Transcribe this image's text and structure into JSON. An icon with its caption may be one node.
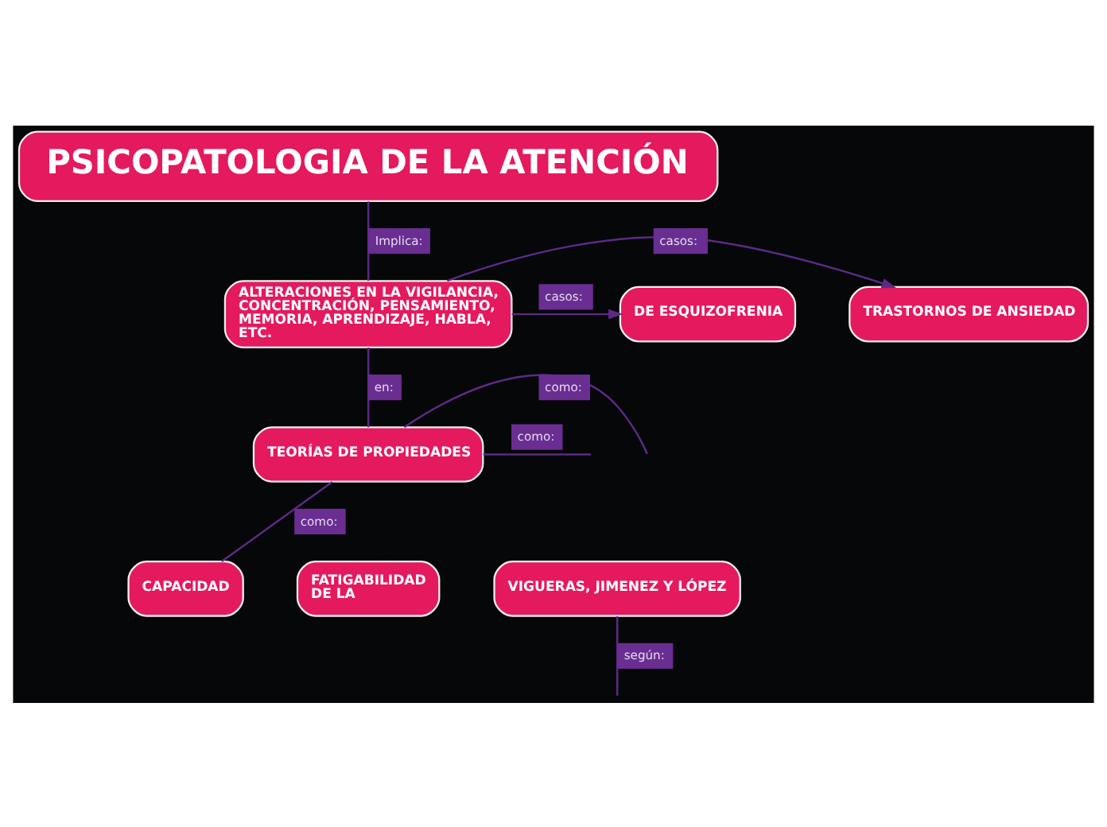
{
  "diagram": {
    "nodes": [
      {
        "text": [
          "PSICOPATOLOGIA DE LA ATENCIÓN"
        ]
      },
      {
        "text": [
          "ALTERACIONES EN LA VIGILANCIA, CONCENTRACIÓN, PENSAMIENTO, MEMORIA, APRENDIZAJE, HABLA, ETC."
        ]
      },
      {
        "text": [
          "TRASTORNOS DE ANSIEDAD"
        ]
      },
      {
        "text": [
          "DE ESQUIZOFRENIA"
        ]
      },
      {
        "text": [
          "TEORÍAS DE PROPIEDADES"
        ]
      },
      {
        "text": [
          "CAPACIDAD"
        ]
      },
      {
        "text": [
          "FATIGABILIDAD DE LA"
        ]
      },
      {
        "text": [
          "VIGUERAS, JIMENEZ Y LÓPEZ"
        ]
      }
    ],
    "edges": [
      {
        "from": 0,
        "to": 1,
        "arrow": "none",
        "label": "Implica:"
      },
      {
        "from": 1,
        "to": 2,
        "arrow": "to",
        "label": "casos:"
      },
      {
        "from": 1,
        "to": 3,
        "arrow": "to",
        "label": "casos:"
      },
      {
        "from": 1,
        "to": 4,
        "arrow": "none",
        "label": "en:"
      },
      {
        "from": 4,
        "to": null,
        "arrow": "none",
        "label": "como:"
      },
      {
        "from": 4,
        "to": null,
        "arrow": "none",
        "label": "como:"
      },
      {
        "from": 4,
        "to": 5,
        "arrow": "none",
        "label": "como:"
      },
      {
        "from": 7,
        "to": null,
        "arrow": "none",
        "label": "según:"
      }
    ]
  }
}
